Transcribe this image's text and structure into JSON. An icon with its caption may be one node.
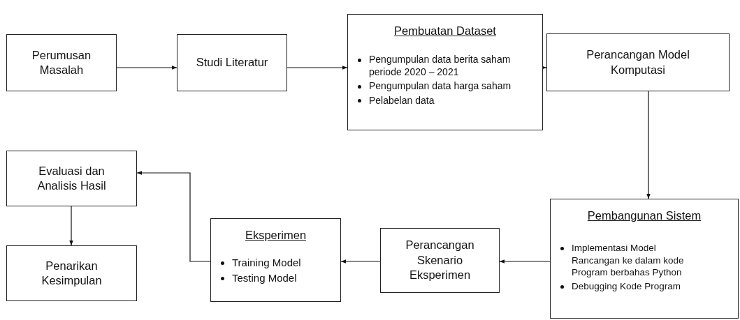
{
  "diagram": {
    "nodes": [
      {
        "text": [
          "Perumusan Masalah"
        ]
      },
      {
        "text": [
          "Studi Literatur"
        ]
      },
      {
        "text": [
          "Pembuatan Dataset",
          "Pengumpulan data berita saham periode 2020 – 2021",
          "Pengumpulan data harga saham",
          "Pelabelan data"
        ]
      },
      {
        "text": [
          "Perancangan Model Komputasi"
        ]
      },
      {
        "text": [
          "Pembangunan Sistem",
          "Implementasi Model Rancangan ke dalam kode Program berbahas Python",
          "Debugging Kode Program"
        ]
      },
      {
        "text": [
          "Perancangan Skenario Eksperimen"
        ]
      },
      {
        "text": [
          "Eksperimen",
          "Training Model",
          "Testing Model"
        ]
      },
      {
        "text": [
          "Evaluasi dan Analisis Hasil"
        ]
      },
      {
        "text": [
          "Penarikan Kesimpulan"
        ]
      }
    ],
    "edges": [
      {
        "from": 0,
        "to": 1,
        "arrow": "to"
      },
      {
        "from": 1,
        "to": 2,
        "arrow": "to"
      },
      {
        "from": 2,
        "to": 3,
        "arrow": "to"
      },
      {
        "from": 3,
        "to": 4,
        "arrow": "to"
      },
      {
        "from": 4,
        "to": 5,
        "arrow": "to"
      },
      {
        "from": 5,
        "to": 6,
        "arrow": "to"
      },
      {
        "from": 6,
        "to": 7,
        "arrow": "to"
      },
      {
        "from": 7,
        "to": 8,
        "arrow": "to"
      }
    ]
  }
}
